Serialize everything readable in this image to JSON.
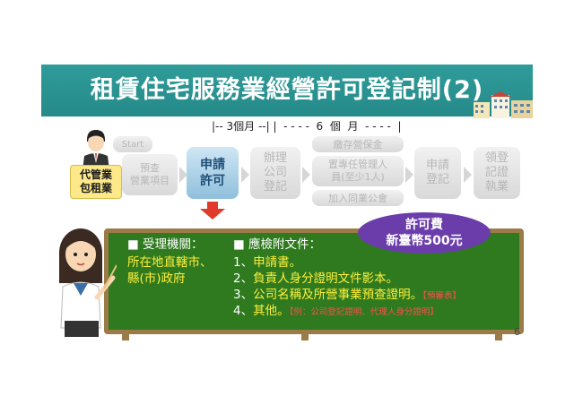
{
  "slide": {
    "title": "租賃住宅服務業經營許可登記制(2)",
    "page_number": "6"
  },
  "timeline": {
    "label": "|-- 3個月 --| |  - - - -  6  個  月  - - - -  |"
  },
  "flow": {
    "start_label": "Start",
    "proxy_label_line1": "代管業",
    "proxy_label_line2": "包租業",
    "steps": [
      {
        "line1": "預查",
        "line2": "營業項目"
      },
      {
        "line1": "申請",
        "line2": "許可"
      },
      {
        "line1": "辦理",
        "line2": "公司",
        "line3": "登記"
      },
      {
        "line1": "申請",
        "line2": "登記"
      },
      {
        "line1": "領登",
        "line2": "記證",
        "line3": "執業"
      }
    ],
    "sub_steps": [
      "繳存營保金",
      "置專任管理人",
      "員(至少1人)",
      "加入同業公會"
    ]
  },
  "board": {
    "authority_heading": "■  受理機關：",
    "authority_line1": "所在地直轄市、",
    "authority_line2": "縣(市)政府",
    "docs_heading": "■  應檢附文件：",
    "docs": [
      {
        "num": "1、",
        "text": "申請書。",
        "note": ""
      },
      {
        "num": "2、",
        "text": "負責人身分證明文件影本。",
        "note": ""
      },
      {
        "num": "3、",
        "text": "公司名稱及所營事業預查證明。",
        "note": "【預審表】"
      },
      {
        "num": "4、",
        "text": "其他。",
        "note": "【例：公司登記證明、代理人身分證明】"
      }
    ]
  },
  "fee_badge": {
    "line1": "許可費",
    "line2": "新臺幣500元"
  },
  "colors": {
    "title_bar": "#2f9c9a",
    "board_green": "#2f7a1f",
    "board_frame": "#9b7b48",
    "badge_purple": "#6a3daa",
    "highlight_yellow": "#ffef3a",
    "note_red": "#ff4d4d",
    "down_arrow_red": "#e03b2a"
  }
}
